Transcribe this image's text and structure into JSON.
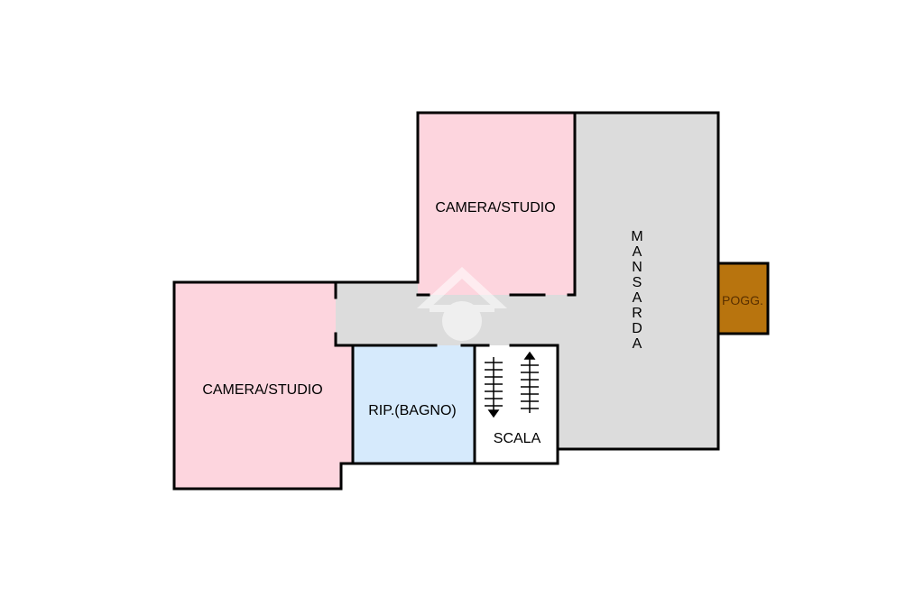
{
  "colors": {
    "bedroom": "#fdd5de",
    "bath": "#d6eafc",
    "loft": "#dcdcdc",
    "stairs": "#ffffff",
    "balcony": "#b8740e",
    "wall": "#000000"
  },
  "rooms": {
    "bedroom_top": {
      "label": "CAMERA/STUDIO",
      "icon": "none"
    },
    "bedroom_left": {
      "label": "CAMERA/STUDIO",
      "icon": "none"
    },
    "bath": {
      "label": "RIP.(BAGNO)"
    },
    "stairs": {
      "label": "SCALA",
      "arrows": [
        "down-arrow-icon",
        "up-arrow-icon"
      ]
    },
    "loft": {
      "label": "MANSARDA",
      "letters": [
        "M",
        "A",
        "N",
        "S",
        "A",
        "R",
        "D",
        "A"
      ]
    },
    "balcony": {
      "label": "POGG."
    }
  },
  "watermark": {
    "icon": "house-logo-icon"
  }
}
